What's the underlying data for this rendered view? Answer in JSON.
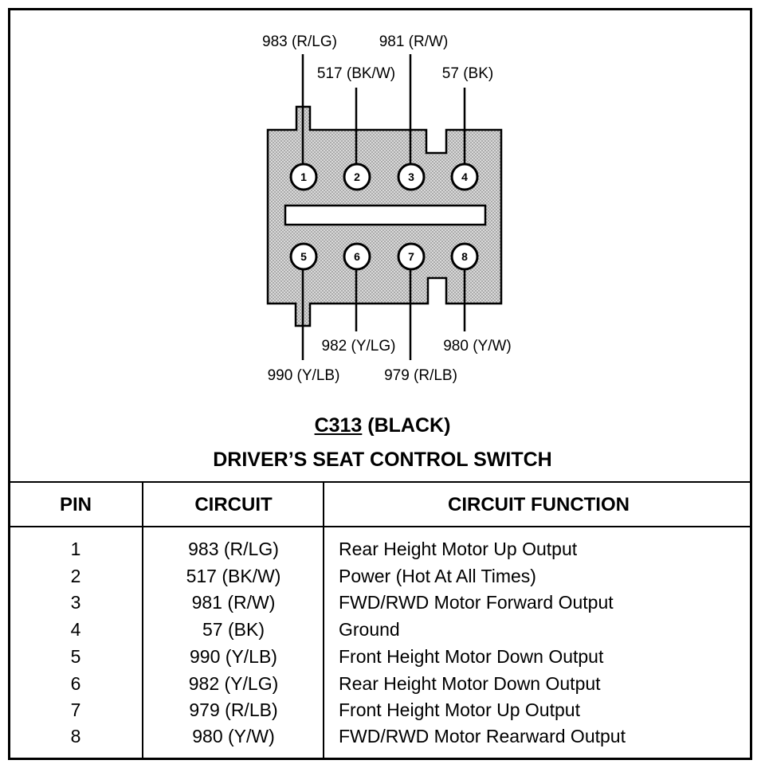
{
  "connector": {
    "code": "C313",
    "color_label": "(BLACK)",
    "subtitle": "DRIVER’S SEAT CONTROL SWITCH"
  },
  "wire_labels": {
    "p1": "983 (R/LG)",
    "p2": "517 (BK/W)",
    "p3": "981 (R/W)",
    "p4": "57 (BK)",
    "p5": "990 (Y/LB)",
    "p6": "982 (Y/LG)",
    "p7": "979 (R/LB)",
    "p8": "980 (Y/W)"
  },
  "pin_numbers": [
    "1",
    "2",
    "3",
    "4",
    "5",
    "6",
    "7",
    "8"
  ],
  "table": {
    "headers": {
      "pin": "PIN",
      "circuit": "CIRCUIT",
      "function": "CIRCUIT FUNCTION"
    },
    "rows": [
      {
        "pin": "1",
        "circuit": "983 (R/LG)",
        "function": "Rear Height Motor Up Output"
      },
      {
        "pin": "2",
        "circuit": "517 (BK/W)",
        "function": "Power (Hot At All Times)"
      },
      {
        "pin": "3",
        "circuit": "981 (R/W)",
        "function": "FWD/RWD Motor Forward Output"
      },
      {
        "pin": "4",
        "circuit": "57 (BK)",
        "function": "Ground"
      },
      {
        "pin": "5",
        "circuit": "990 (Y/LB)",
        "function": "Front Height Motor Down Output"
      },
      {
        "pin": "6",
        "circuit": "982 (Y/LG)",
        "function": "Rear Height Motor Down Output"
      },
      {
        "pin": "7",
        "circuit": "979 (R/LB)",
        "function": "Front Height Motor Up Output"
      },
      {
        "pin": "8",
        "circuit": "980 (Y/W)",
        "function": "FWD/RWD Motor Rearward Output"
      }
    ]
  },
  "colors": {
    "line": "#000000",
    "connector_fill": "#c8c8c8",
    "background": "#ffffff"
  }
}
